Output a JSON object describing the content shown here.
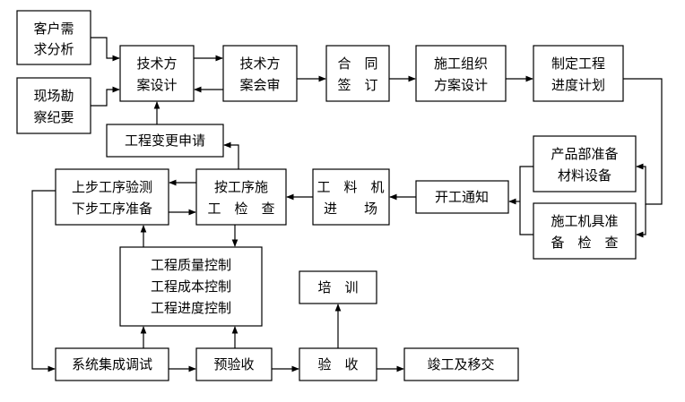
{
  "nodes": {
    "customer_req": [
      "客户需",
      "求分析"
    ],
    "site_survey": [
      "现场勘",
      "察纪要"
    ],
    "tech_design": [
      "技术方",
      "案设计"
    ],
    "tech_review": [
      "技术方",
      "案会审"
    ],
    "contract": [
      "合　同",
      "签　订"
    ],
    "construction_org": [
      "施工组织",
      "方案设计"
    ],
    "schedule_plan": [
      "制定工程",
      "进度计划"
    ],
    "change_request": [
      "工程变更申请"
    ],
    "material_prep": [
      "产品部准备",
      "材料设备"
    ],
    "equipment_check": [
      "施工机具准",
      "备　检　查"
    ],
    "start_notice": [
      "开工通知"
    ],
    "labor_material": [
      "工　料　机",
      "进　　场"
    ],
    "process_build": [
      "按工序施",
      "工　检　查"
    ],
    "step_check": [
      "上步工序验测",
      "下步工序准备"
    ],
    "control": [
      "工程质量控制",
      "工程成本控制",
      "工程进度控制"
    ],
    "training": [
      "培　训"
    ],
    "integration": [
      "系统集成调试"
    ],
    "pre_accept": [
      "预验收"
    ],
    "accept": [
      "验　收"
    ],
    "handover": [
      "竣工及移交"
    ]
  }
}
